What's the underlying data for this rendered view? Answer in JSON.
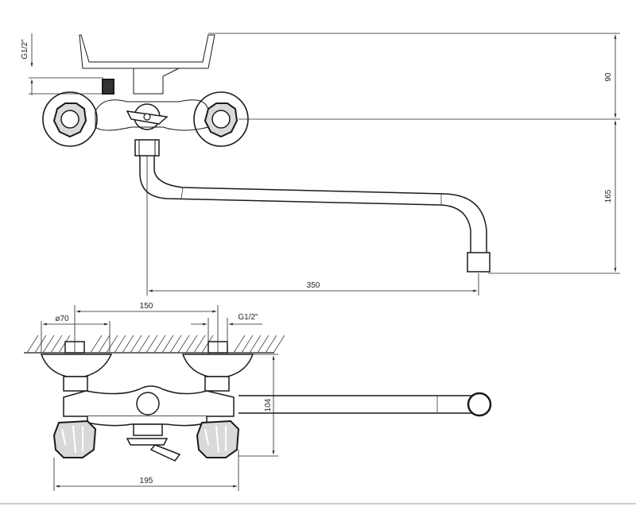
{
  "dimensions": {
    "top_thread": "G1/2\"",
    "height_90": "90",
    "height_165": "165",
    "spout_reach": "350",
    "bottom_thread": "G1/2\"",
    "flange_diameter": "ø70",
    "center_distance": "150",
    "depth_104": "104",
    "overall_width": "195"
  }
}
